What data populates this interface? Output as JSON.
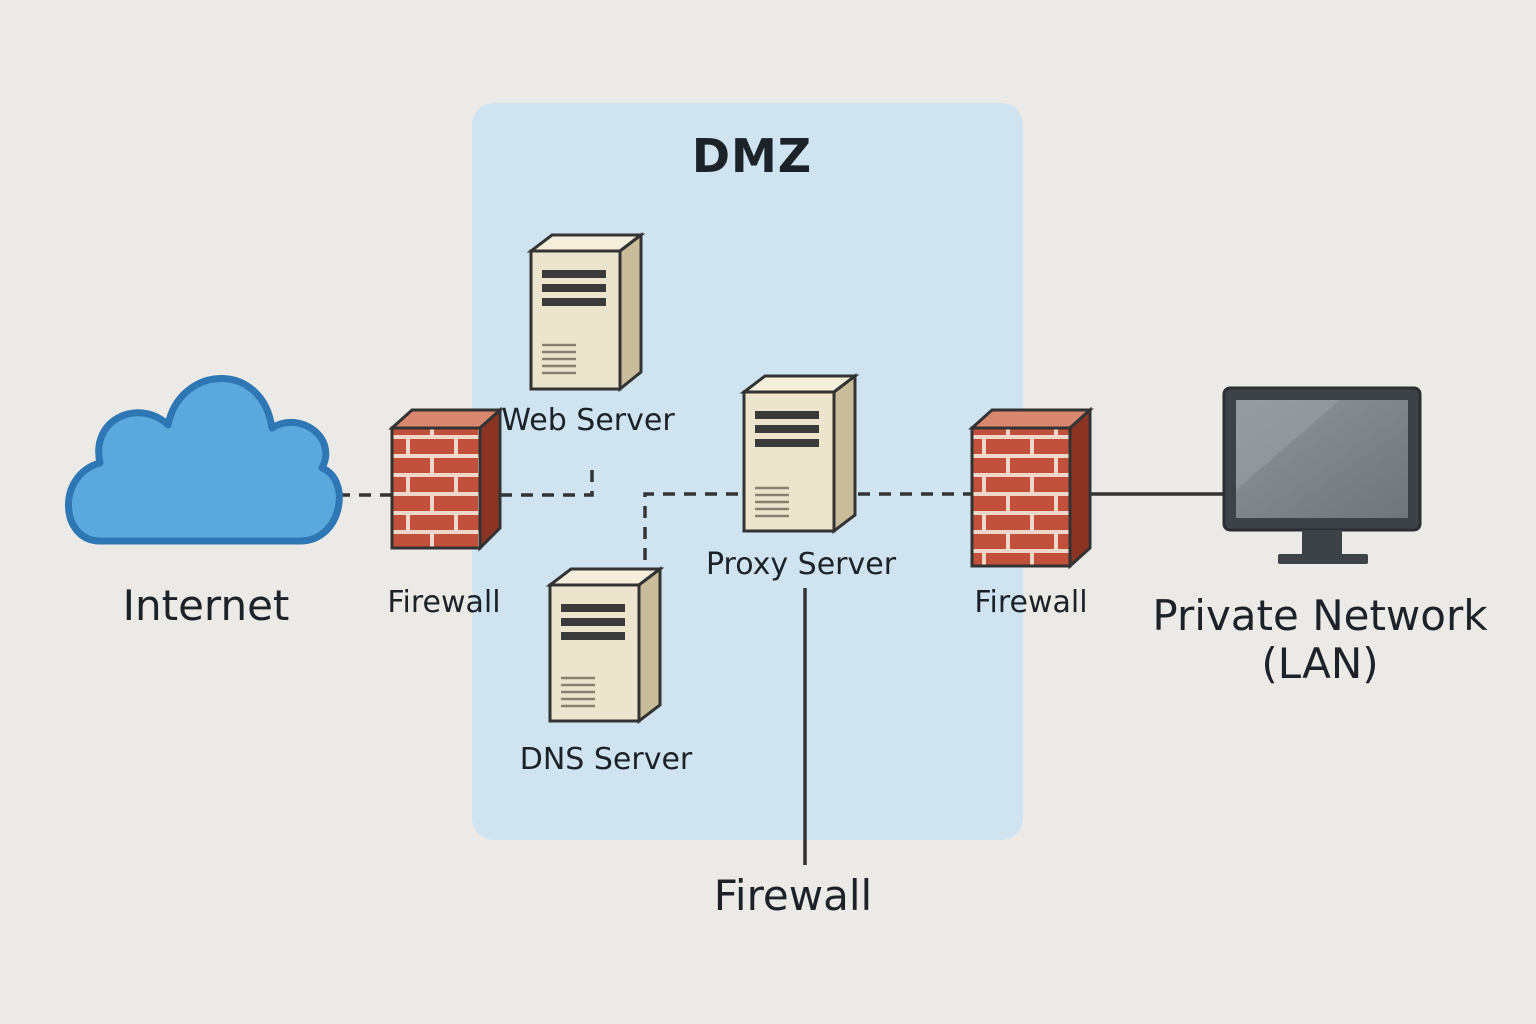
{
  "dmz": {
    "title": "DMZ",
    "color": "#cfe4f0"
  },
  "nodes": {
    "internet": {
      "label": "Internet",
      "icon": "cloud-icon"
    },
    "firewall_left": {
      "label": "Firewall",
      "icon": "firewall-brick-icon"
    },
    "web_server": {
      "label": "Web Server",
      "icon": "server-tower-icon"
    },
    "dns_server": {
      "label": "DNS Server",
      "icon": "server-tower-icon"
    },
    "proxy_server": {
      "label": "Proxy Server",
      "icon": "server-tower-icon"
    },
    "firewall_right": {
      "label": "Firewall",
      "icon": "firewall-brick-icon"
    },
    "private_network": {
      "label_line1": "Private Network",
      "label_line2": "(LAN)",
      "icon": "monitor-icon"
    },
    "firewall_bottom": {
      "label": "Firewall"
    }
  },
  "colors": {
    "background": "#ebeae7",
    "cloud": "#5aa8dc",
    "cloud_outline": "#2f77b4",
    "brick": "#b84a33",
    "server_body": "#ece4cc",
    "server_side": "#c8bc9a",
    "line": "#333333"
  }
}
